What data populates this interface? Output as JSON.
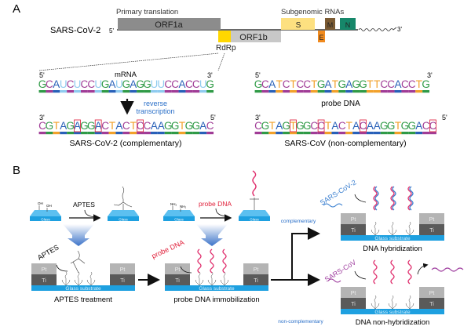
{
  "panel_a": {
    "label": "A",
    "genome_label": "SARS-CoV-2",
    "five_prime": "5'",
    "three_prime": "3'",
    "primary_translation": "Primary translation",
    "subgenomic_rnas": "Subgenomic RNAs",
    "genes": [
      {
        "name": "ORF1a",
        "color": "#8c8c8c"
      },
      {
        "name": "ORF1b",
        "color": "#c8c8c8"
      },
      {
        "name": "RdRp",
        "color": "#ffd700"
      },
      {
        "name": "S",
        "color": "#fde080"
      },
      {
        "name": "E",
        "color": "#f08a1e"
      },
      {
        "name": "M",
        "color": "#7a5a32"
      },
      {
        "name": "N",
        "color": "#16876a"
      }
    ],
    "mrna": {
      "title": "mRNA",
      "left_end": "5'",
      "right_end": "3'",
      "sequence": "GCAUCUCCUGAUGAGGUUCCACCUG",
      "boxed": []
    },
    "reverse_transcription": "reverse\ntranscription",
    "rt_line1": "reverse",
    "rt_line2": "transcription",
    "sarscov2_comp": {
      "title": "SARS-CoV-2 (complementary)",
      "left_end": "3'",
      "right_end": "5'",
      "sequence": "CGTAGAGGACTACTCCAAGGTGGAC",
      "boxed": [
        5,
        8,
        14
      ]
    },
    "probe": {
      "title": "probe DNA",
      "left_end": "5'",
      "right_end": "3'",
      "sequence": "GCATCTCCTGATGAGGTTCCACCTG",
      "boxed": []
    },
    "sarscov_noncomp": {
      "title": "SARS-CoV (non-complementary)",
      "left_end": "3'",
      "right_end": "5'",
      "sequence": "CGTAGTGGCCTACTACAAGGTGGACC",
      "boxed": [
        5,
        9,
        15,
        25
      ]
    },
    "base_colors": {
      "A": "#2860b8",
      "C": "#a03c96",
      "G": "#2f9a46",
      "T": "#f2a12a",
      "U": "#8fcbef"
    }
  },
  "panel_b": {
    "label": "B",
    "glass": "Glass",
    "oh": "OH",
    "nh2": "NH₂",
    "aptes": "APTES",
    "probe_dna": "probe DNA",
    "pt": "Pt",
    "ti": "Ti",
    "glass_substrate": "Glass substrate",
    "step1": "APTES treatment",
    "step2": "probe DNA immobilization",
    "complementary": "complementary",
    "non_complementary": "non-complementary",
    "sarscov2": "SARS-CoV-2",
    "sarscov": "SARS-CoV",
    "result1": "DNA hybridization",
    "result2": "DNA non-hybridization",
    "colors": {
      "glass": "#1ea0e0",
      "pt": "#b4b4b4",
      "ti": "#5a5a5a",
      "probe": "#e0306e",
      "target_comp": "#3a7fd0",
      "target_noncomp": "#a040a0",
      "blue_text": "#2a6fc8",
      "red_text": "#e0203a"
    }
  }
}
